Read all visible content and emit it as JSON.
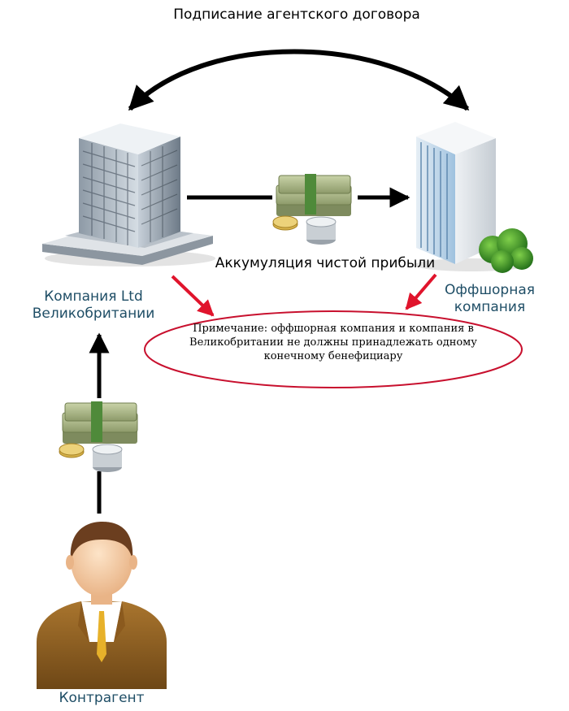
{
  "title": "Подписание агентского договора",
  "flow_label": "Аккумуляция чистой прибыли",
  "uk_company": {
    "line1": "Компания Ltd",
    "line2": "Великобритании"
  },
  "offshore_company": {
    "line1": "Оффшорная",
    "line2": "компания"
  },
  "counterparty": "Контрагент",
  "note": "Примечание: оффшорная компания и компания в Великобритании не должны принадлежать одному конечному бенефициару",
  "colors": {
    "arrow": "#000000",
    "pointer": "#e0142c",
    "note_border": "#c8102e",
    "label": "#1f4e66"
  },
  "icons": [
    "office-building-icon",
    "offshore-building-icon",
    "money-stack-icon",
    "businessman-icon"
  ]
}
